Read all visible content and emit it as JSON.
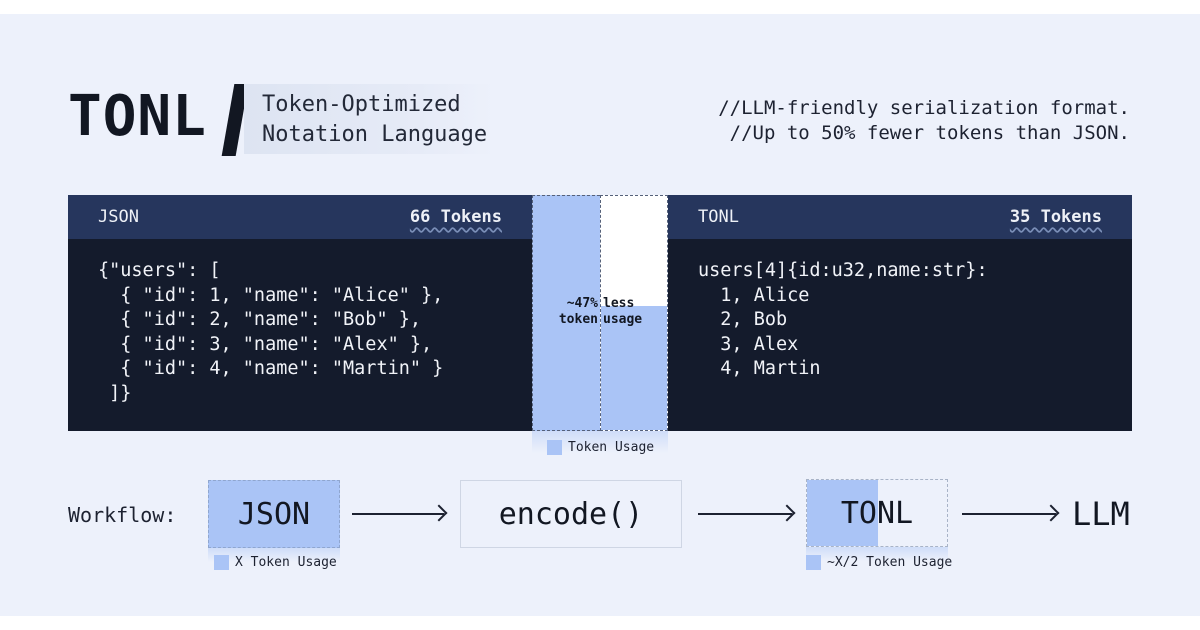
{
  "header": {
    "logo": "TONL",
    "subtitle_line1": "Token-Optimized",
    "subtitle_line2": "Notation Language",
    "tagline_line1": "//LLM-friendly serialization format.",
    "tagline_line2": "//Up to 50% fewer tokens than JSON."
  },
  "json_panel": {
    "title": "JSON",
    "tokens": "66 Tokens",
    "code": "{\"users\": [\n  { \"id\": 1, \"name\": \"Alice\" },\n  { \"id\": 2, \"name\": \"Bob\" },\n  { \"id\": 3, \"name\": \"Alex\" },\n  { \"id\": 4, \"name\": \"Martin\" }\n ]}"
  },
  "tonl_panel": {
    "title": "TONL",
    "tokens": "35 Tokens",
    "code": "users[4]{id:u32,name:str}:\n  1, Alice\n  2, Bob\n  3, Alex\n  4, Martin"
  },
  "token_bar": {
    "label_left_1": "~47%",
    "label_left_2": "token",
    "label_right_1": "less",
    "label_right_2": "usage",
    "json_tokens": 66,
    "tonl_tokens": 35,
    "legend": "Token Usage",
    "fill_color": "#aac4f6"
  },
  "workflow": {
    "label": "Workflow:",
    "step1": "JSON",
    "step1_legend": "X Token Usage",
    "step2": "encode()",
    "step3": "TONL",
    "step3_legend": "~X/2 Token Usage",
    "step4": "LLM"
  }
}
